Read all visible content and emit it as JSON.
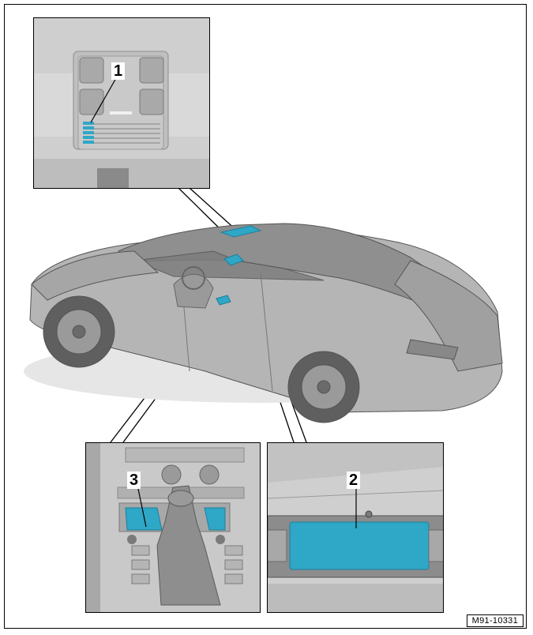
{
  "callouts": [
    {
      "number": "1",
      "component": "overhead-console-module",
      "highlight_color": "#2fa7c7"
    },
    {
      "number": "2",
      "component": "glove-compartment-module",
      "highlight_color": "#2fa7c7"
    },
    {
      "number": "3",
      "component": "center-console-tray-module",
      "highlight_color": "#2fa7c7"
    }
  ],
  "reference_code": "M91-10331",
  "colors": {
    "highlight": "#2fa7c7",
    "car_body": "#a9a9a9",
    "outline": "#000000"
  }
}
